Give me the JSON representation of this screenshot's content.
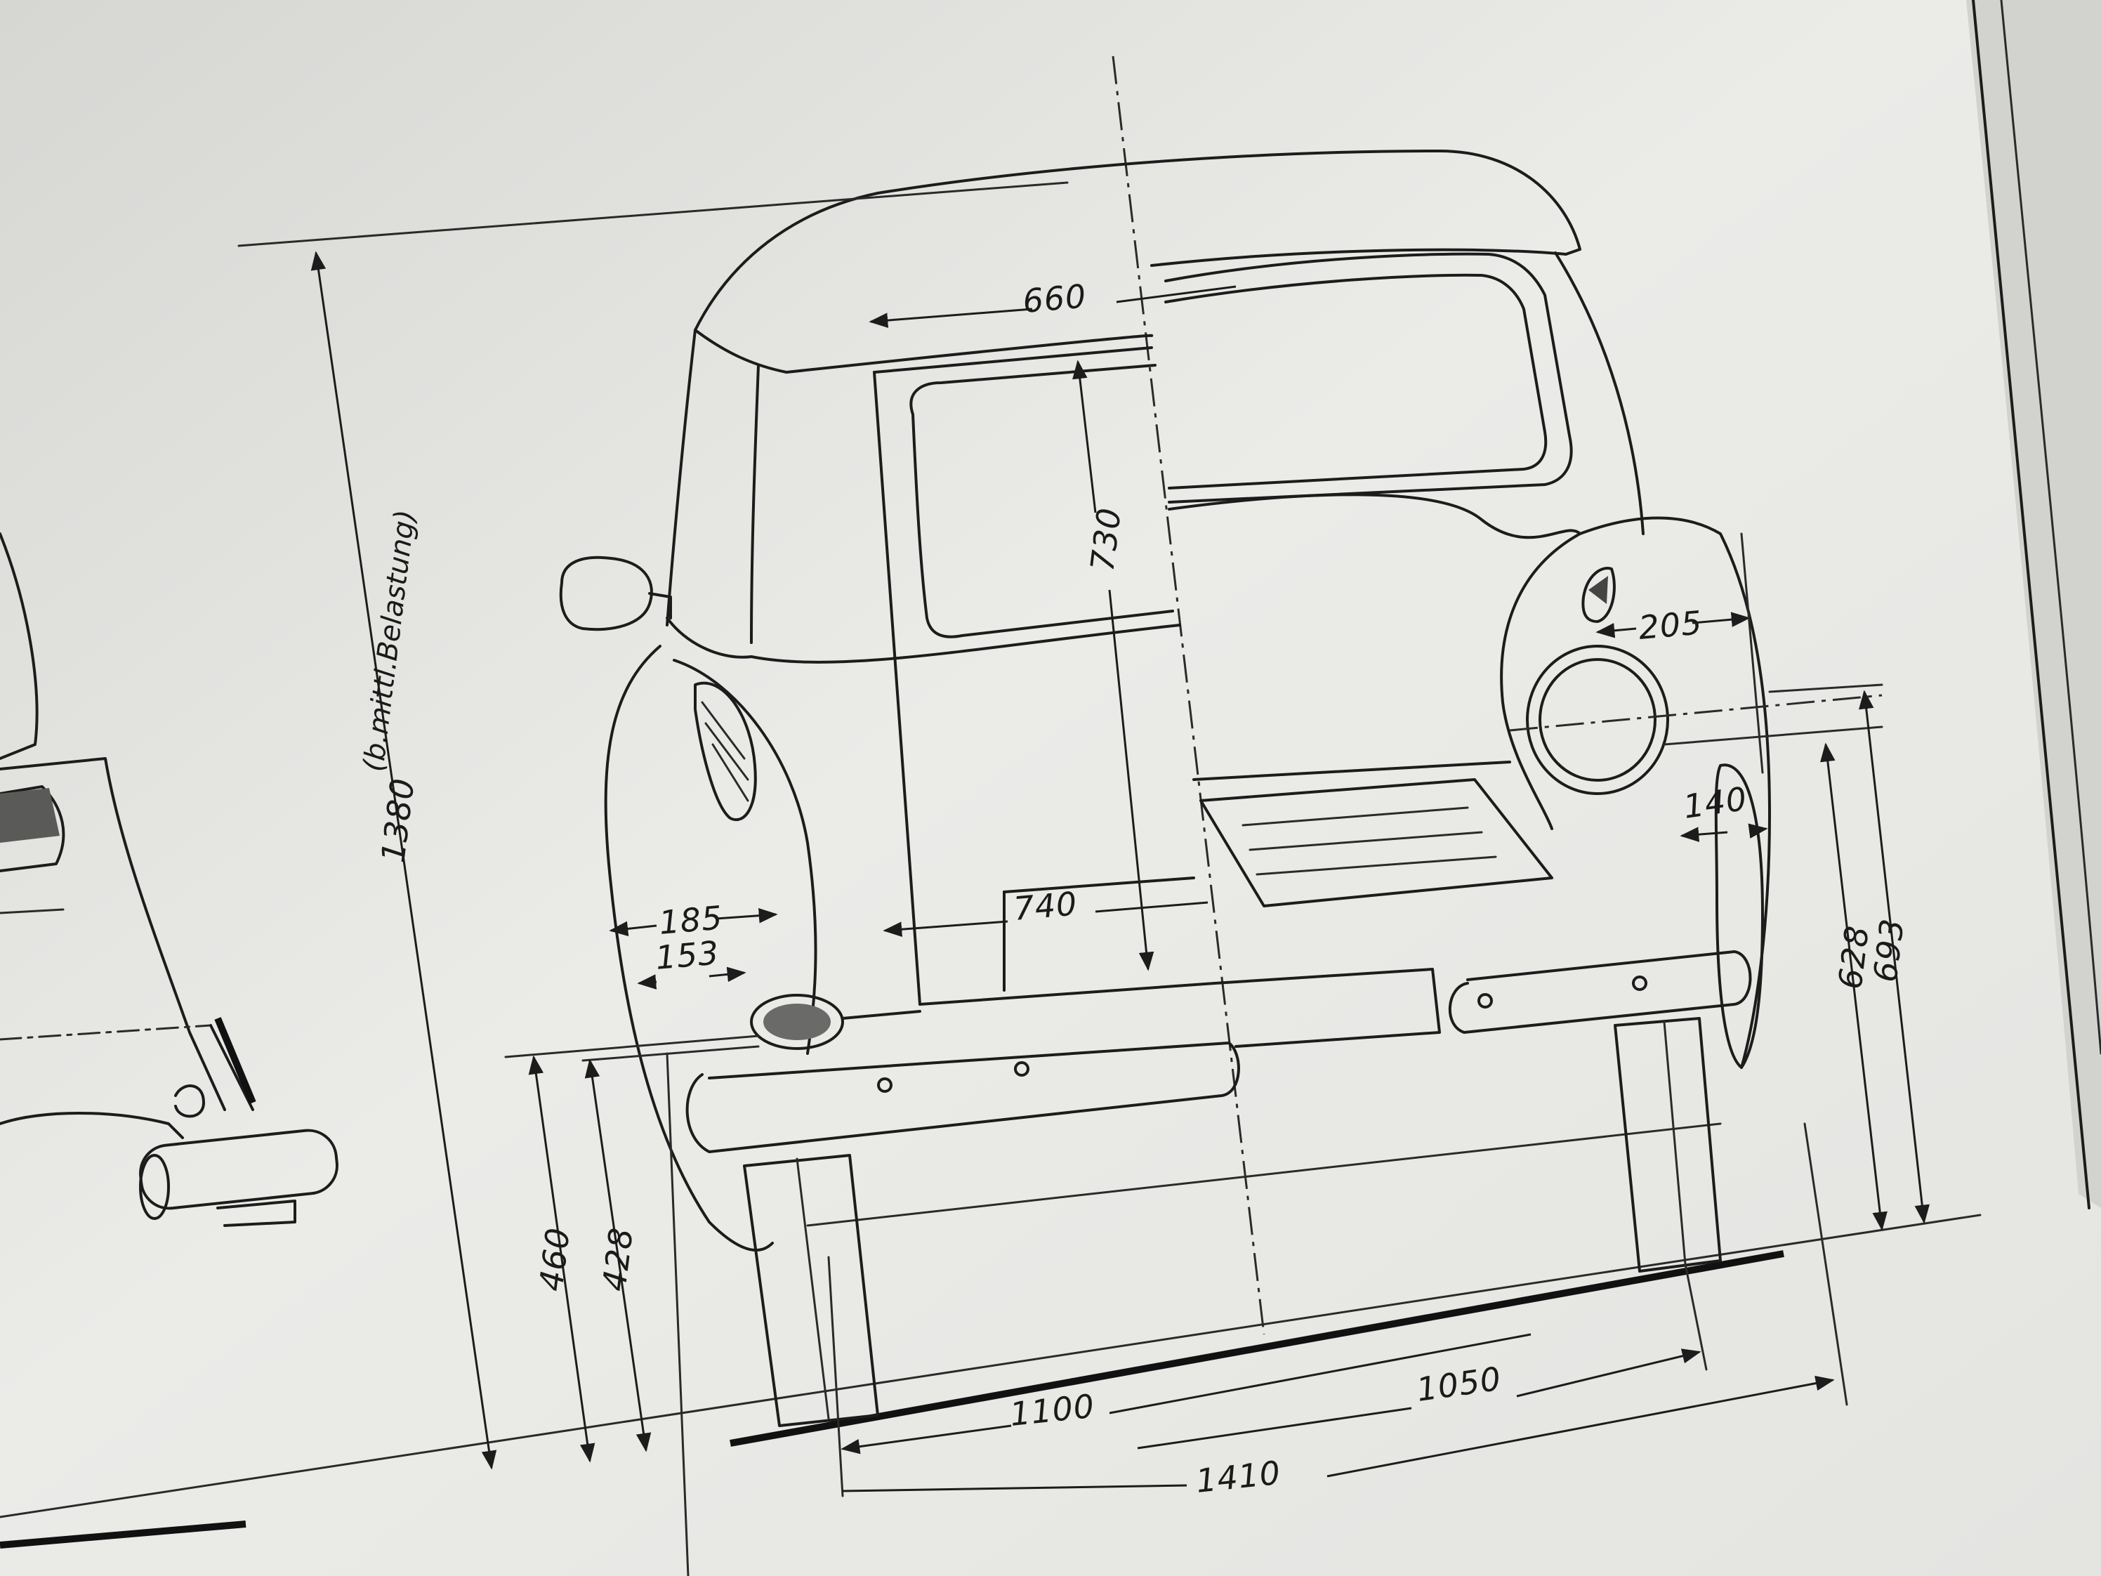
{
  "drawing": {
    "view": "front-view vehicle dimension drawing",
    "units_implied": "mm",
    "colors": {
      "paper": "#e9e9e6",
      "ink": "#1c1c1c"
    }
  },
  "dimensions": {
    "height_overall": "1380",
    "height_note": "(b.mittl.Belastung)",
    "roof_width": "660",
    "window_height": "730",
    "inner_width": "740",
    "fender_offset_185": "185",
    "fender_offset_153": "153",
    "headlight_offset": "205",
    "side_offset": "140",
    "bumper_height_460": "460",
    "bumper_height_428": "428",
    "rear_height_628": "628",
    "rear_height_693": "693",
    "track_front": "1100",
    "track_rear": "1050",
    "width_overall": "1410"
  }
}
